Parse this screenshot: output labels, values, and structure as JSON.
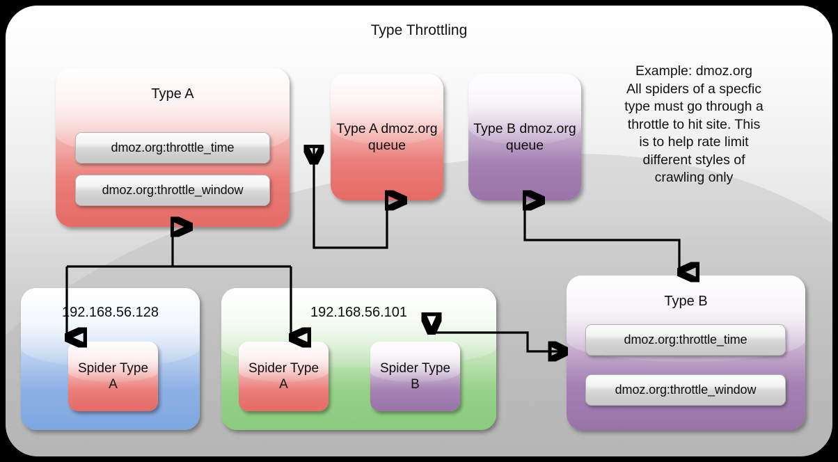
{
  "diagram": {
    "title": "Type Throttling",
    "note": "Example: dmoz.org\nAll spiders of a specfic\ntype must go through a\nthrottle to hit site. This\nis to help rate limit\ndifferent styles of\ncrawling only",
    "colors": {
      "background": "#000000",
      "frame_top": "#ffffff",
      "frame_bottom": "#b8b8b8",
      "type_a_red": "#e56b66",
      "type_b_purple": "#9a74a8",
      "host_blue": "#7ea7e0",
      "host_green": "#8bcb7e",
      "pill_grey": "#d9d9d9",
      "connector": "#000000"
    },
    "throttles": [
      {
        "name": "type-a-throttle",
        "title": "Type A",
        "keys": [
          "dmoz.org:throttle_time",
          "dmoz.org:throttle_window"
        ]
      },
      {
        "name": "type-b-throttle",
        "title": "Type B",
        "keys": [
          "dmoz.org:throttle_time",
          "dmoz.org:throttle_window"
        ]
      }
    ],
    "queues": [
      {
        "name": "type-a-queue",
        "label": "Type A\ndmoz.org\nqueue"
      },
      {
        "name": "type-b-queue",
        "label": "Type B\ndmoz.org\nqueue"
      }
    ],
    "hosts": [
      {
        "name": "host-192-168-56-128",
        "ip": "192.168.56.128",
        "spiders": [
          {
            "label": "Spider Type\nA",
            "type": "A"
          }
        ]
      },
      {
        "name": "host-192-168-56-101",
        "ip": "192.168.56.101",
        "spiders": [
          {
            "label": "Spider Type\nA",
            "type": "A"
          },
          {
            "label": "Spider Type\nB",
            "type": "B"
          }
        ]
      }
    ],
    "connections": [
      {
        "from": "type-a-queue",
        "to": "type-a-throttle",
        "bidirectional": false
      },
      {
        "from": "spiders-type-a",
        "to": "type-a-throttle",
        "bidirectional": true
      },
      {
        "from": "type-b-queue",
        "to": "type-b-throttle",
        "bidirectional": true
      },
      {
        "from": "spider-type-b",
        "to": "type-b-throttle",
        "bidirectional": true
      }
    ]
  }
}
